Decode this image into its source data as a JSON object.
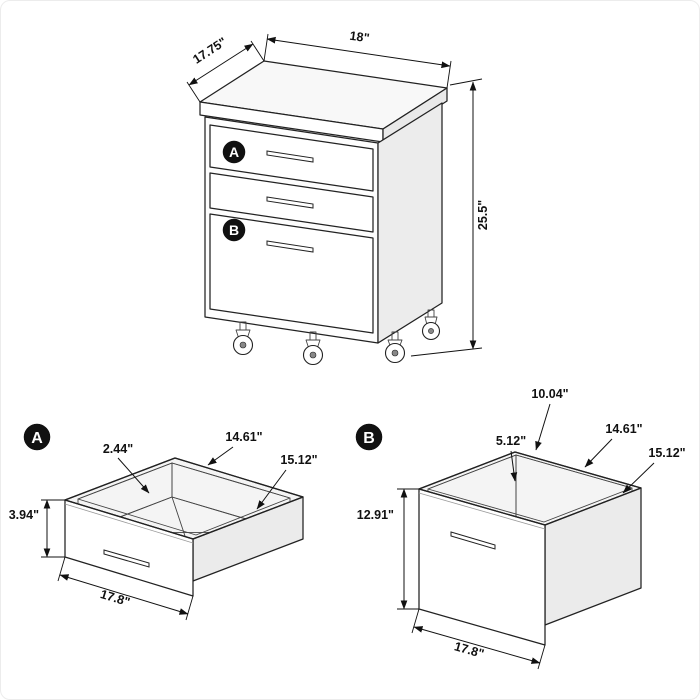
{
  "cabinet": {
    "badge_a": "A",
    "badge_b": "B",
    "dim_width": "18\"",
    "dim_depth": "17.75\"",
    "dim_height": "25.5\""
  },
  "drawer_a": {
    "badge": "A",
    "dim_top_inset": "2.44\"",
    "dim_inner_width": "14.61\"",
    "dim_inner_depth": "15.12\"",
    "dim_front_height": "3.94\"",
    "dim_outer_width": "17.8\""
  },
  "drawer_b": {
    "badge": "B",
    "dim_back_height": "10.04\"",
    "dim_front_inset": "5.12\"",
    "dim_inner_width": "14.61\"",
    "dim_inner_depth": "15.12\"",
    "dim_front_height": "12.91\"",
    "dim_outer_width": "17.8\""
  }
}
